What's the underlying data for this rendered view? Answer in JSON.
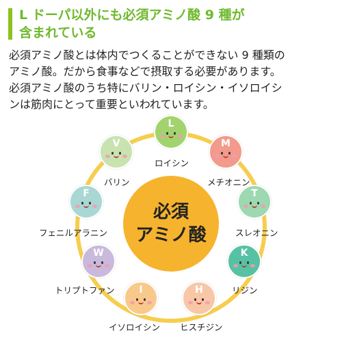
{
  "heading": {
    "line1": "L ドーパ以外にも必須アミノ酸 9 種が",
    "line2": "含まれている",
    "accent_color": "#8dc21f"
  },
  "body_text": [
    "必須アミノ酸とは体内でつくることができない 9 種類の",
    "アミノ酸。だから食事などで摂取する必要があります。",
    "必須アミノ酸のうち特にバリン・ロイシン・イソロイシ",
    "ンは筋肉にとって重要といわれています。"
  ],
  "center": {
    "line1": "必須",
    "line2": "アミノ酸",
    "color": "#f6b32d"
  },
  "ring_color": "#f6cd4e",
  "amino_acids": [
    {
      "letter": "L",
      "label": "ロイシン",
      "color": "#a3d36f"
    },
    {
      "letter": "M",
      "label": "メチオニン",
      "color": "#f29a8c"
    },
    {
      "letter": "T",
      "label": "スレオニン",
      "color": "#9dd8b1"
    },
    {
      "letter": "K",
      "label": "リジン",
      "color": "#56c2a3"
    },
    {
      "letter": "H",
      "label": "ヒスチジン",
      "color": "#f8c7a8"
    },
    {
      "letter": "I",
      "label": "イソロイシン",
      "color": "#f9c98c"
    },
    {
      "letter": "W",
      "label": "トリプトファン",
      "color": "#c9b9dc"
    },
    {
      "letter": "F",
      "label": "フェニルアラニン",
      "color": "#a9d7d4"
    },
    {
      "letter": "V",
      "label": "バリン",
      "color": "#c8e3b0"
    }
  ]
}
